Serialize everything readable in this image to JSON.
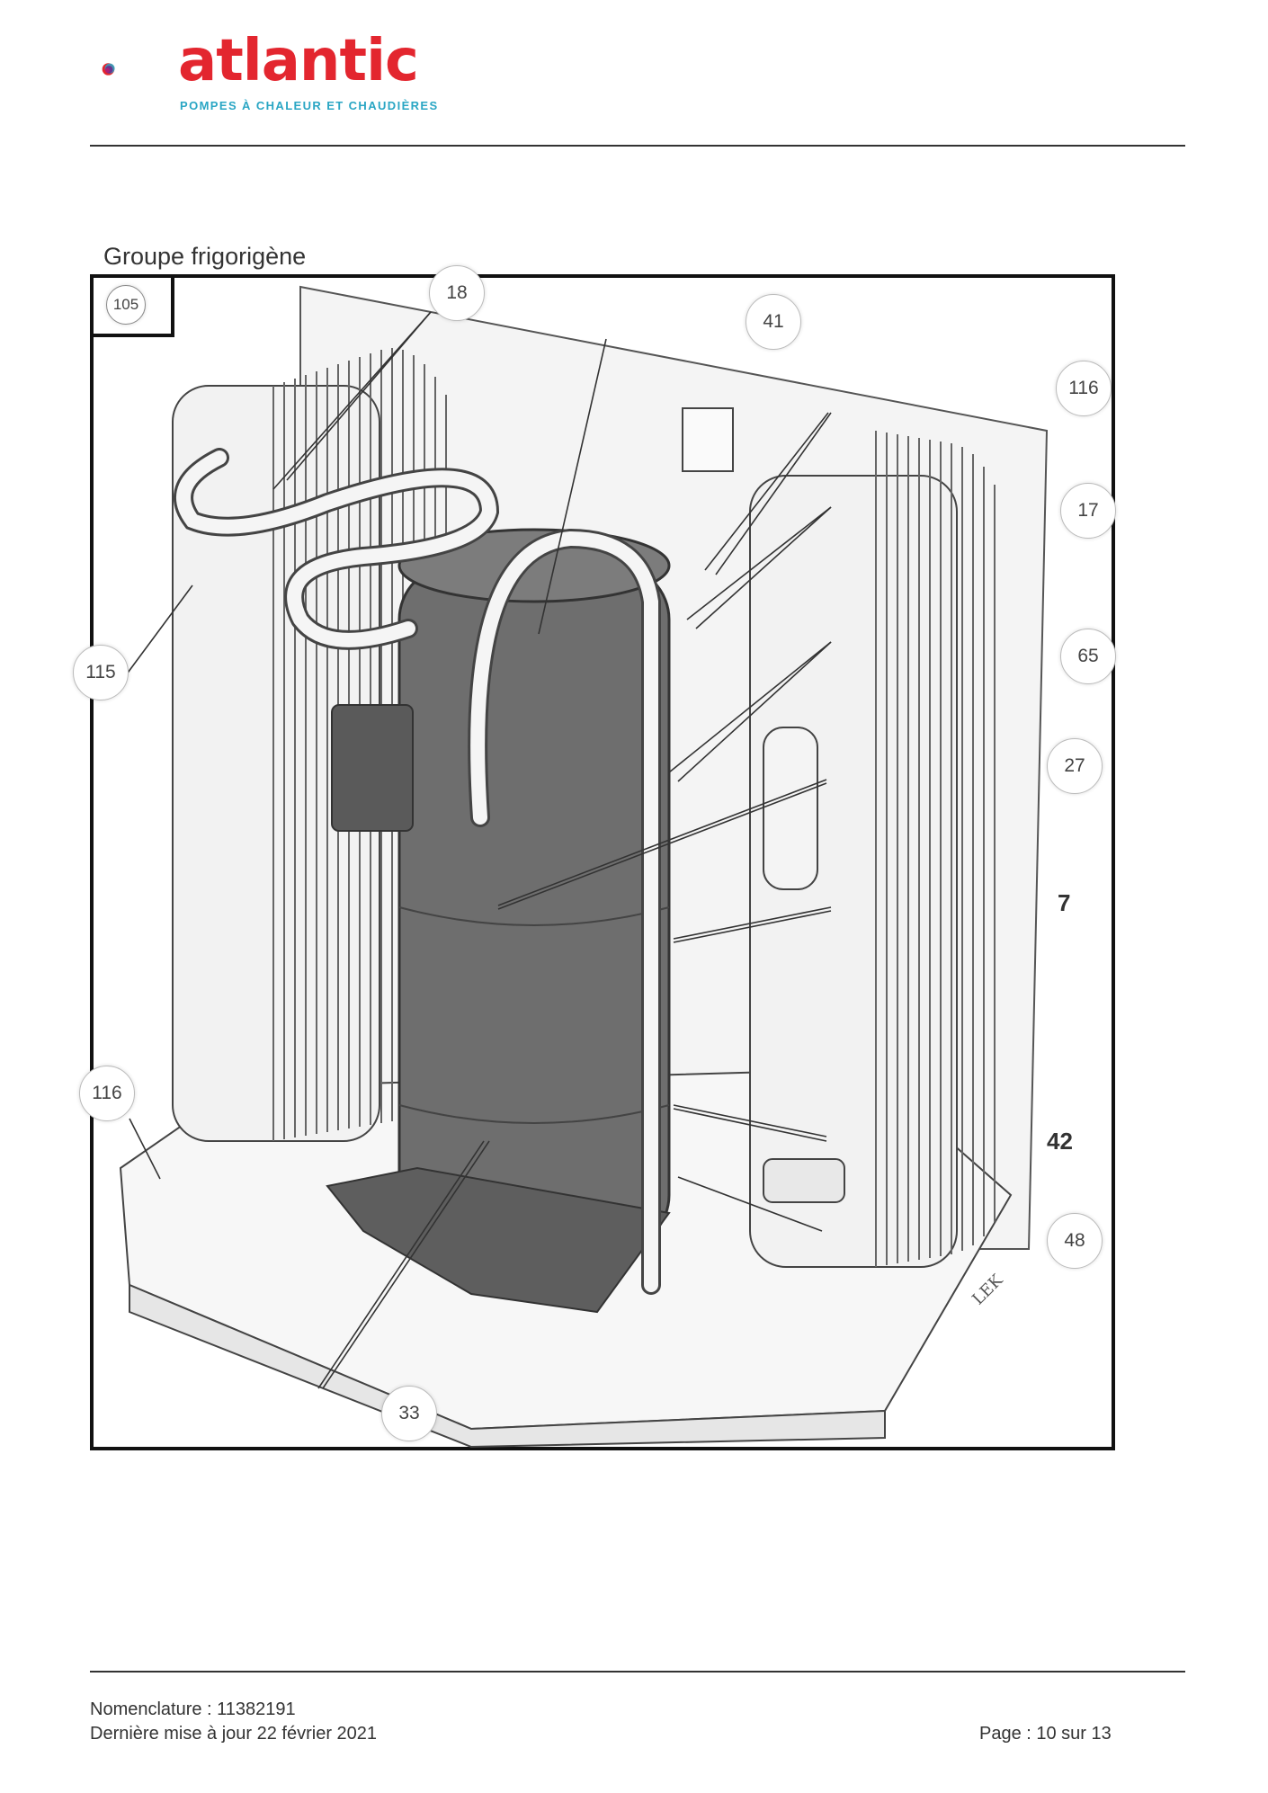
{
  "header": {
    "brand": "atlantic",
    "tagline": "POMPES À CHALEUR ET CHAUDIÈRES"
  },
  "section": {
    "title": "Groupe frigorigène"
  },
  "figure": {
    "corner_label": "105",
    "callouts": {
      "c18": "18",
      "c41": "41",
      "c116a": "116",
      "c17": "17",
      "c115": "115",
      "c65": "65",
      "c27": "27",
      "c7": "7",
      "c116b": "116",
      "c42": "42",
      "c48": "48",
      "c33": "33"
    },
    "stamp": "LEK"
  },
  "footer": {
    "nomenclature": "Nomenclature : 11382191",
    "updated": "Dernière mise à jour 22 février 2021",
    "page": "Page : 10 sur 13"
  },
  "colors": {
    "brand_red": "#e3262f",
    "brand_cyan": "#2aa6c4",
    "brand_purple": "#6a2a8c"
  }
}
